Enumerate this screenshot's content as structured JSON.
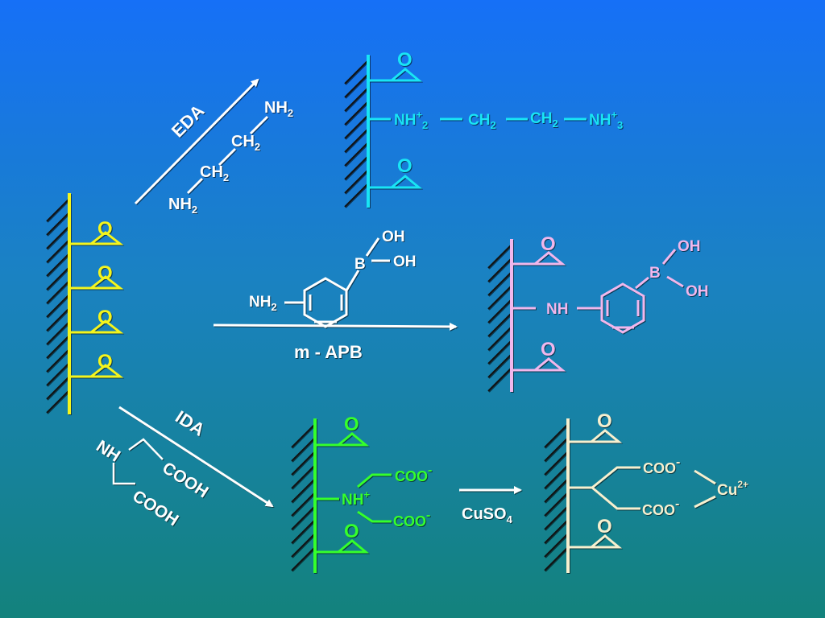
{
  "colors": {
    "white": "#ffffff",
    "yellow": "#f4f51d",
    "cyan": "#19e5f5",
    "pink": "#f1b7ec",
    "green": "#35ff2c",
    "cream": "#f7f0cf",
    "hatch": "#121212"
  },
  "labels": {
    "oxygen": "O",
    "nh2": "NH",
    "ch2": "CH",
    "sub2": "2",
    "sub3": "3",
    "sub4": "4",
    "plus": "+",
    "minus": "-",
    "two_plus": "2+",
    "nh": "NH",
    "oh": "OH",
    "boron": "B",
    "coo": "COO",
    "cooh": "COOH",
    "cu": "Cu",
    "cuso": "CuSO"
  },
  "reactions": {
    "eda": "EDA",
    "mapb": "m - APB",
    "ida": "IDA"
  }
}
